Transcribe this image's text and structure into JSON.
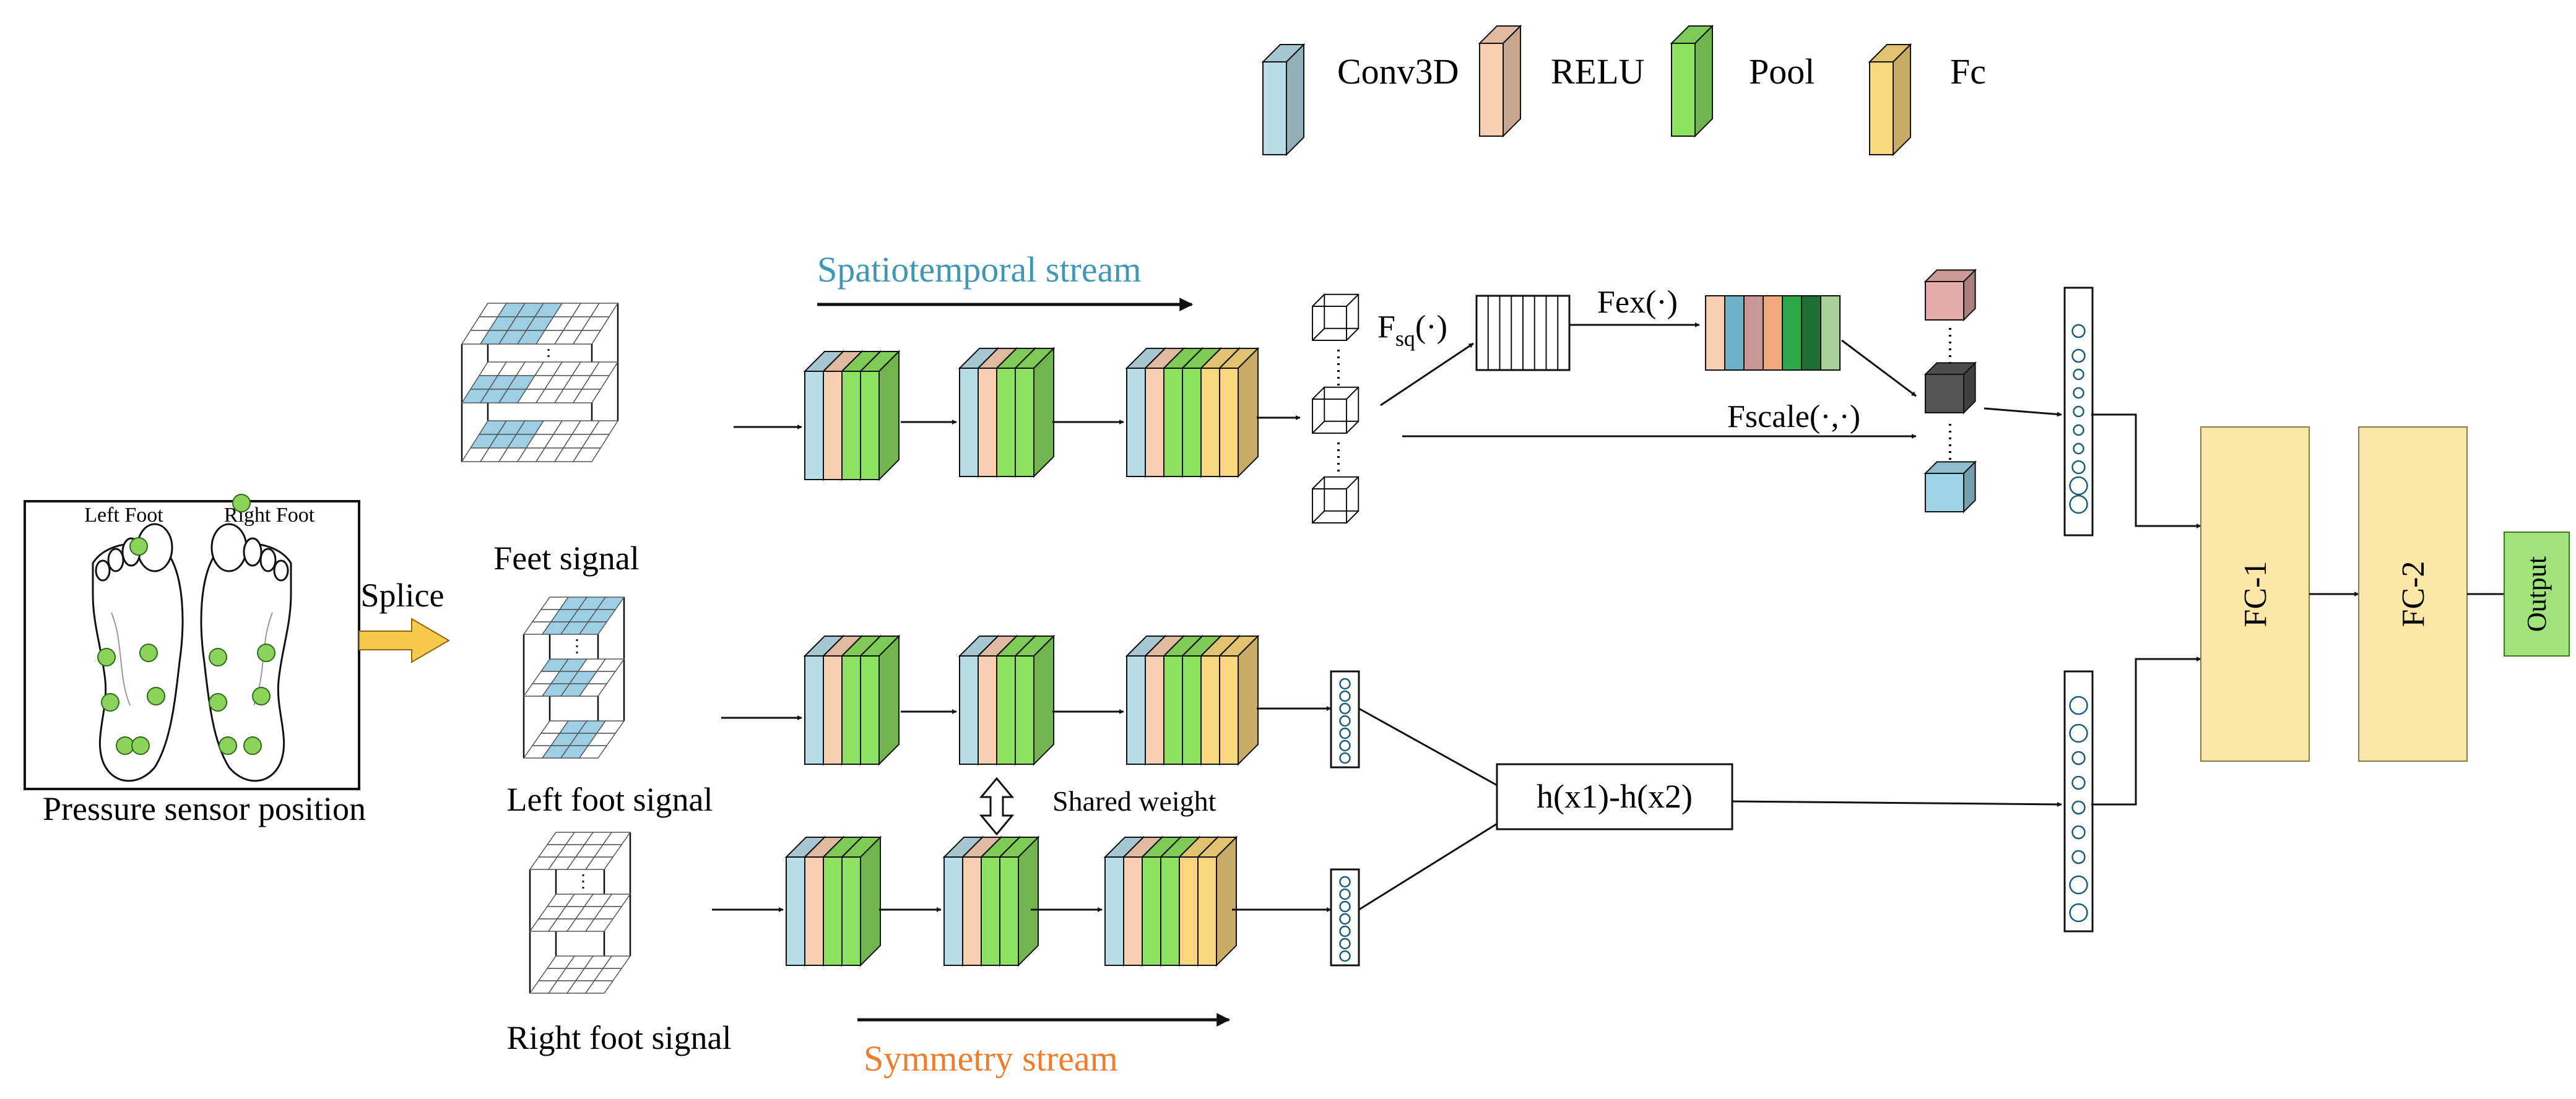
{
  "legend": {
    "conv3d": "Conv3D",
    "relu": "RELU",
    "pool": "Pool",
    "fc": "Fc"
  },
  "labels": {
    "spatiotemporal_stream": "Spatiotemporal stream",
    "symmetry_stream": "Symmetry stream",
    "splice": "Splice",
    "pressure_sensor_position": "Pressure sensor position",
    "left_foot": "Left Foot",
    "right_foot": "Right Foot",
    "feet_signal": "Feet signal",
    "left_foot_signal": "Left foot signal",
    "right_foot_signal": "Right foot signal",
    "shared_weight": "Shared weight",
    "fsq_main": "F",
    "fsq_sub": "sq",
    "fsq_arg": "(·)",
    "fex": "Fex(·)",
    "fscale": "Fscale(·,·)",
    "difference": "h(x1)-h(x2)",
    "fc1": "FC-1",
    "fc2": "FC-2",
    "output": "Output"
  },
  "colors": {
    "conv3d": "#b8dce8",
    "relu": "#f8cfb3",
    "pool": "#8de262",
    "fc": "#fad77e",
    "fc_block": "#fbe8a8",
    "output": "#9fe37a",
    "grid_fill": "#9ccfe3",
    "sensor": "#8bd35a",
    "spatio_title": "#3f97b5",
    "symmetry_title": "#f07d2c",
    "splice_arrow": "#f6c94b",
    "fex_bars": [
      "#f8cfb3",
      "#6fb0c9",
      "#c99696",
      "#f2a97c",
      "#2fa84a",
      "#1f6f36",
      "#a9cf9b"
    ],
    "scale_cubes": [
      "#e3aaa8",
      "#555555",
      "#9fd3e6"
    ]
  }
}
